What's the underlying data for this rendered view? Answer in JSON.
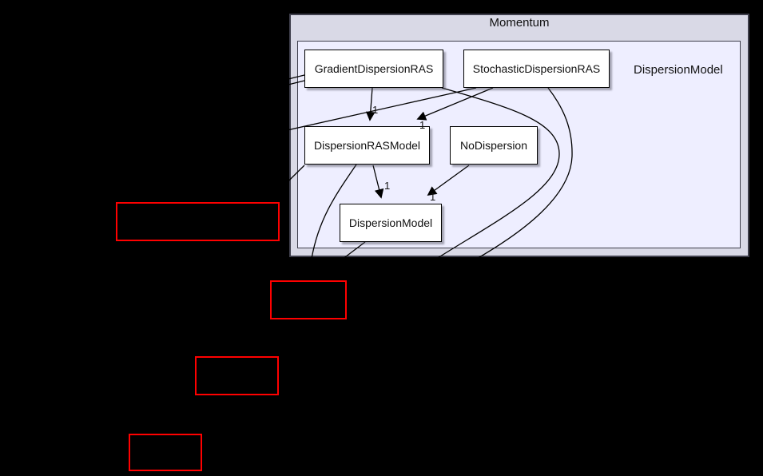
{
  "diagram": {
    "type": "directory-dependency-graph",
    "outer_cluster": {
      "label": "Momentum"
    },
    "inner_cluster": {
      "label": "DispersionModel"
    },
    "nodes": [
      {
        "label": "GradientDispersionRAS"
      },
      {
        "label": "StochasticDispersionRAS"
      },
      {
        "label": "DispersionRASModel"
      },
      {
        "label": "NoDispersion"
      },
      {
        "label": "DispersionModel"
      }
    ],
    "edge_labels": [
      {
        "text": "1"
      },
      {
        "text": "1"
      },
      {
        "text": "1"
      },
      {
        "text": "1"
      }
    ],
    "external_truncated_nodes_count": 4,
    "colors": {
      "background": "#000000",
      "outer_cluster_fill": "#d9d9e6",
      "inner_cluster_fill": "#eeeeff",
      "cluster_border": "#3f3f4c",
      "node_fill": "#ffffff",
      "node_border": "#000000",
      "edge": "#000000",
      "external_node_border": "#ff0000"
    }
  }
}
